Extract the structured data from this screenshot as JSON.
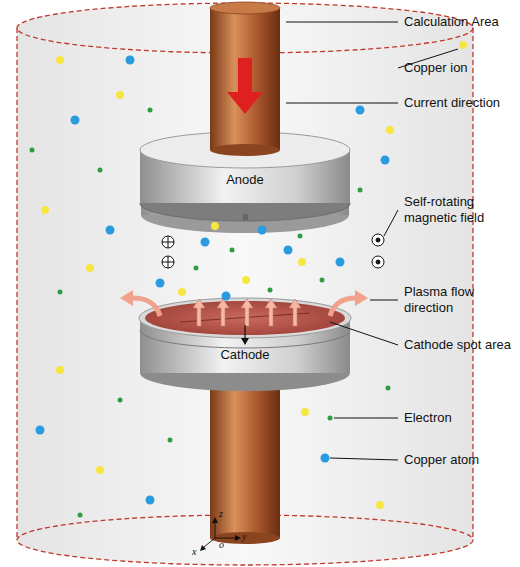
{
  "diagram": {
    "labels": [
      "Calculation Area",
      "Copper ion",
      "Current direction",
      "Self-rotating magnetic field",
      "Anode",
      "Plasma flow direction",
      "Cathode spot area",
      "Cathode",
      "Electron",
      "Copper atom",
      "z",
      "o",
      "x",
      "y"
    ]
  }
}
